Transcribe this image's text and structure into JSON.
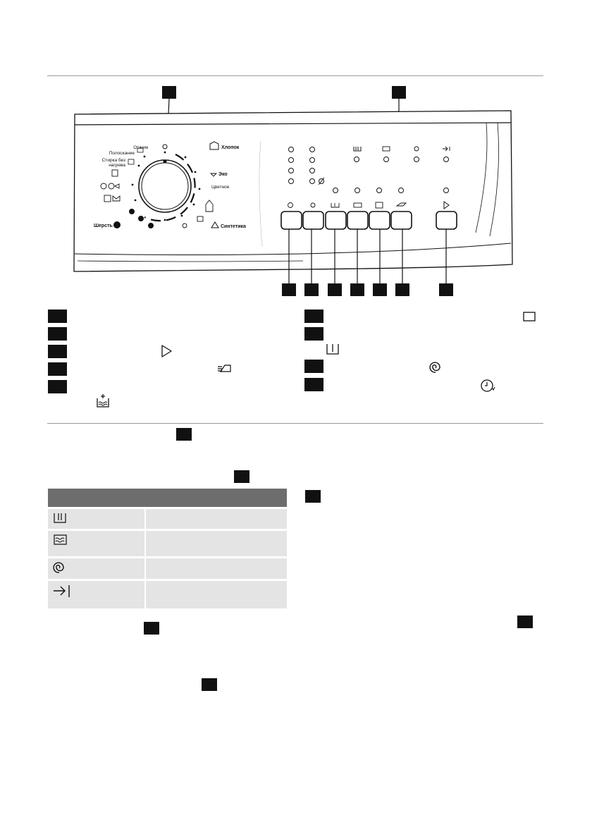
{
  "panel": {
    "labels": {
      "spin": "Отжим",
      "rinse": "Полоскание",
      "noheat1": "Стирка без",
      "noheat2": "нагрева",
      "cotton": "Хлопок",
      "eco": "Эко",
      "colored": "Цветное",
      "wool": "Шерсть",
      "synthetics": "Синтетика"
    },
    "icons": {
      "dial": "program-dial",
      "buttons": [
        "delay-start-icon",
        "spin-icon",
        "rinse-hold-icon",
        "extra-rinse-icon",
        "prewash-icon",
        "easy-iron-icon",
        "start-pause-icon"
      ],
      "option_indicators": [
        "rinse-hold-icon",
        "extra-rinse-icon",
        "spin-icon",
        "end-icon"
      ]
    }
  },
  "legend": {
    "left": [
      "",
      "",
      "play-icon",
      "easy-iron-icon",
      "prewash-icon"
    ],
    "right": [
      "extra-rinse-icon",
      "rinse-hold-icon",
      "spin-icon",
      "delay-start-icon"
    ]
  },
  "options_table": {
    "icons": [
      "rinse-hold-icon",
      "night-icon",
      "spin-icon",
      "arrow-end-icon"
    ]
  }
}
